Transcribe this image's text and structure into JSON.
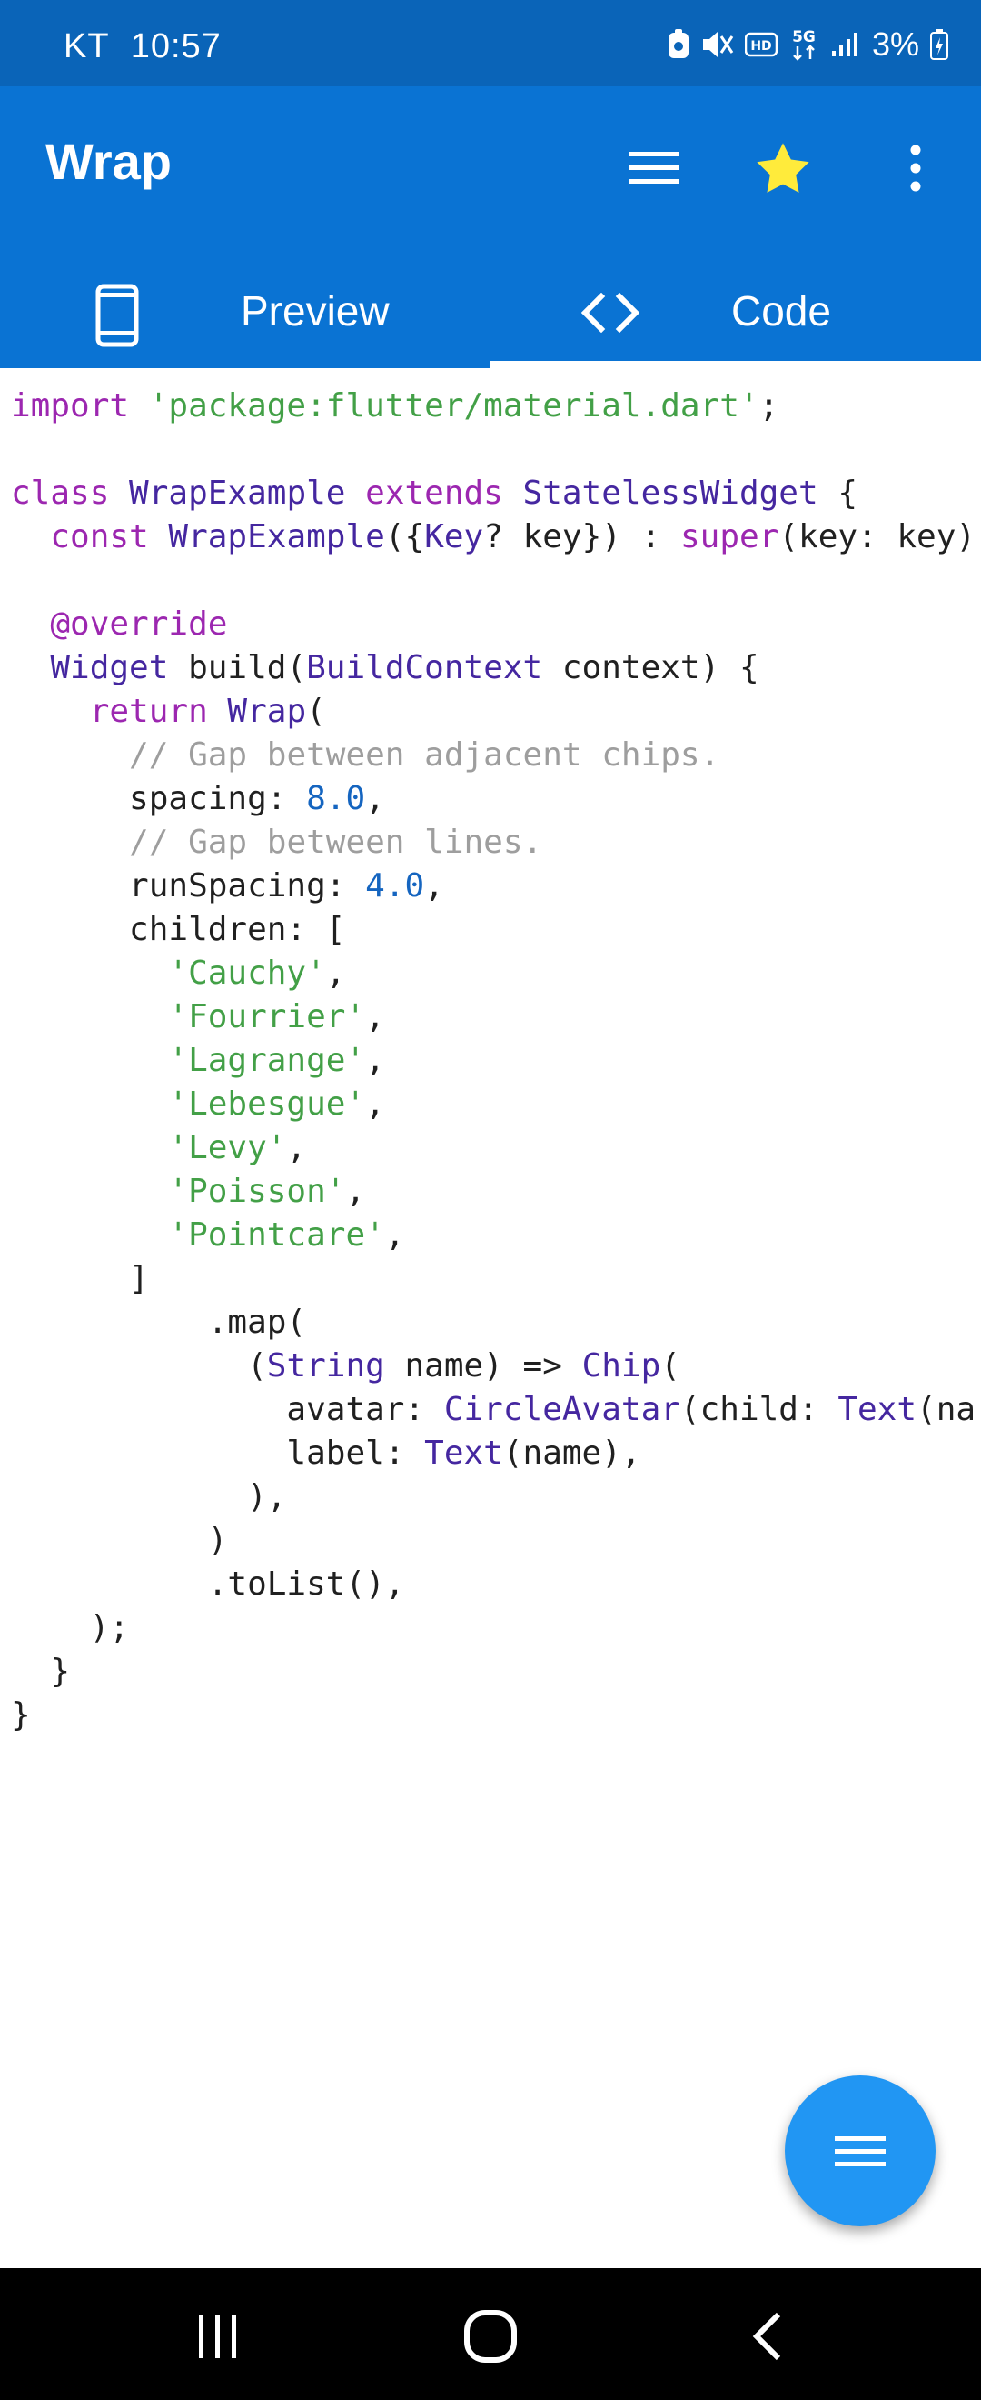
{
  "status_bar": {
    "carrier": "KT",
    "time": "10:57",
    "network": "5G",
    "battery": "3%"
  },
  "app_bar": {
    "title": "Wrap",
    "actions": [
      "menu-icon",
      "star-icon",
      "more-vert-icon"
    ],
    "accent_color": "#0a73d3",
    "star_color": "#ffeb3b"
  },
  "tabs": [
    {
      "label": "Preview",
      "icon": "phone-icon",
      "selected": false
    },
    {
      "label": "Code",
      "icon": "code-icon",
      "selected": true
    }
  ],
  "code_lines": [
    [
      {
        "t": "import ",
        "c": "kw"
      },
      {
        "t": "'package:flutter/material.dart'",
        "c": "st"
      },
      {
        "t": ";"
      }
    ],
    [],
    [
      {
        "t": "class ",
        "c": "kw"
      },
      {
        "t": "WrapExample ",
        "c": "ty"
      },
      {
        "t": "extends ",
        "c": "kw"
      },
      {
        "t": "StatelessWidget",
        "c": "ty"
      },
      {
        "t": " {"
      }
    ],
    [
      {
        "t": "  "
      },
      {
        "t": "const ",
        "c": "kw"
      },
      {
        "t": "WrapExample",
        "c": "ty"
      },
      {
        "t": "({"
      },
      {
        "t": "Key",
        "c": "ty"
      },
      {
        "t": "? key}) : "
      },
      {
        "t": "super",
        "c": "kw"
      },
      {
        "t": "(key: key)"
      }
    ],
    [],
    [
      {
        "t": "  "
      },
      {
        "t": "@override",
        "c": "an"
      }
    ],
    [
      {
        "t": "  "
      },
      {
        "t": "Widget",
        "c": "ty"
      },
      {
        "t": " build("
      },
      {
        "t": "BuildContext",
        "c": "ty"
      },
      {
        "t": " context) {"
      }
    ],
    [
      {
        "t": "    "
      },
      {
        "t": "return ",
        "c": "kw"
      },
      {
        "t": "Wrap",
        "c": "ty"
      },
      {
        "t": "("
      }
    ],
    [
      {
        "t": "      "
      },
      {
        "t": "// Gap between adjacent chips.",
        "c": "cm"
      }
    ],
    [
      {
        "t": "      spacing: "
      },
      {
        "t": "8.0",
        "c": "nu"
      },
      {
        "t": ","
      }
    ],
    [
      {
        "t": "      "
      },
      {
        "t": "// Gap between lines.",
        "c": "cm"
      }
    ],
    [
      {
        "t": "      runSpacing: "
      },
      {
        "t": "4.0",
        "c": "nu"
      },
      {
        "t": ","
      }
    ],
    [
      {
        "t": "      children: ["
      }
    ],
    [
      {
        "t": "        "
      },
      {
        "t": "'Cauchy'",
        "c": "st"
      },
      {
        "t": ","
      }
    ],
    [
      {
        "t": "        "
      },
      {
        "t": "'Fourrier'",
        "c": "st"
      },
      {
        "t": ","
      }
    ],
    [
      {
        "t": "        "
      },
      {
        "t": "'Lagrange'",
        "c": "st"
      },
      {
        "t": ","
      }
    ],
    [
      {
        "t": "        "
      },
      {
        "t": "'Lebesgue'",
        "c": "st"
      },
      {
        "t": ","
      }
    ],
    [
      {
        "t": "        "
      },
      {
        "t": "'Levy'",
        "c": "st"
      },
      {
        "t": ","
      }
    ],
    [
      {
        "t": "        "
      },
      {
        "t": "'Poisson'",
        "c": "st"
      },
      {
        "t": ","
      }
    ],
    [
      {
        "t": "        "
      },
      {
        "t": "'Pointcare'",
        "c": "st"
      },
      {
        "t": ","
      }
    ],
    [
      {
        "t": "      ]"
      }
    ],
    [
      {
        "t": "          .map("
      }
    ],
    [
      {
        "t": "            ("
      },
      {
        "t": "String",
        "c": "ty"
      },
      {
        "t": " name) => "
      },
      {
        "t": "Chip",
        "c": "ty"
      },
      {
        "t": "("
      }
    ],
    [
      {
        "t": "              avatar: "
      },
      {
        "t": "CircleAvatar",
        "c": "ty"
      },
      {
        "t": "(child: "
      },
      {
        "t": "Text",
        "c": "ty"
      },
      {
        "t": "(na"
      }
    ],
    [
      {
        "t": "              label: "
      },
      {
        "t": "Text",
        "c": "ty"
      },
      {
        "t": "(name),"
      }
    ],
    [
      {
        "t": "            ),"
      }
    ],
    [
      {
        "t": "          )"
      }
    ],
    [
      {
        "t": "          .toList(),"
      }
    ],
    [
      {
        "t": "    );"
      }
    ],
    [
      {
        "t": "  }"
      }
    ],
    [
      {
        "t": "}"
      }
    ]
  ],
  "fab": {
    "icon": "menu-icon",
    "color": "#2196f3"
  },
  "nav_bar": {
    "buttons": [
      "recents-icon",
      "home-icon",
      "back-icon"
    ]
  }
}
